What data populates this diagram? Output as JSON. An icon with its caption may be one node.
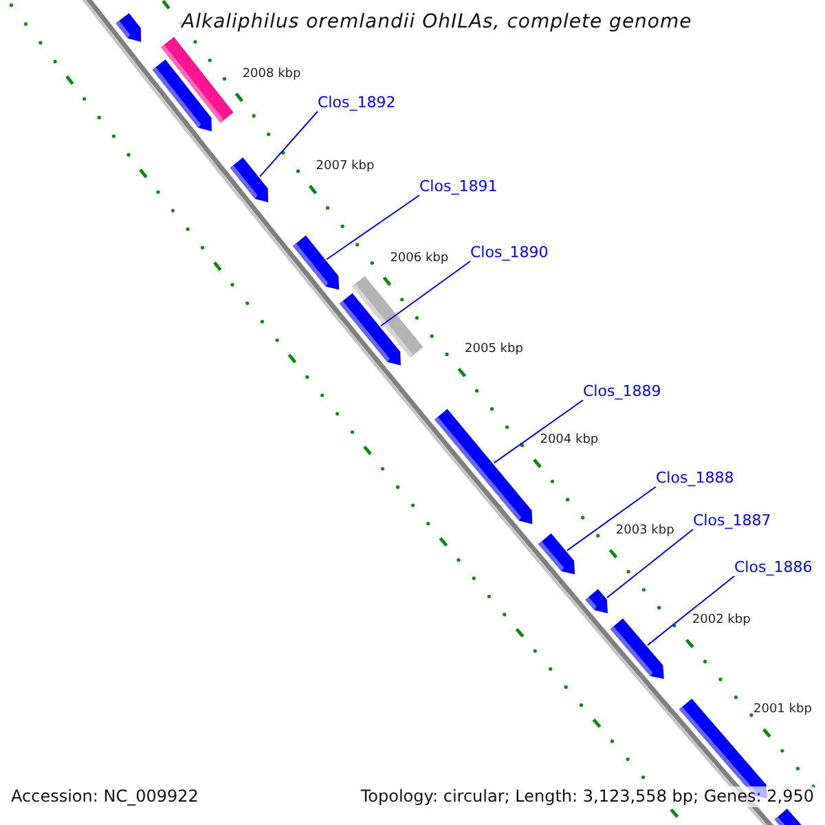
{
  "diagram": {
    "title": "Alkaliphilus oremlandii OhILAs, complete genome",
    "nodes": [
      {
        "text": [
          "Clos_1892"
        ]
      },
      {
        "text": [
          "Clos_1891"
        ]
      },
      {
        "text": [
          "Clos_1890"
        ]
      },
      {
        "text": [
          "Clos_1889"
        ]
      },
      {
        "text": [
          "Clos_1888"
        ]
      },
      {
        "text": [
          "Clos_1887"
        ]
      },
      {
        "text": [
          "Clos_1886"
        ]
      },
      {
        "text": [],
        "shape": "bar"
      },
      {
        "text": [],
        "shape": "bar"
      },
      {
        "text": [],
        "shape": "bar"
      },
      {
        "text": [],
        "shape": "bar"
      },
      {
        "text": [],
        "shape": "bar"
      },
      {
        "text": [],
        "shape": "bar"
      },
      {
        "text": [],
        "shape": "bar"
      },
      {
        "text": [],
        "shape": "bar"
      },
      {
        "text": [],
        "shape": "bar"
      },
      {
        "text": [],
        "shape": "bar"
      },
      {
        "text": [],
        "shape": "bar"
      },
      {
        "text": [],
        "shape": "bar"
      },
      {
        "text": [],
        "shape": "bar"
      }
    ],
    "edges": [
      {
        "from": 0,
        "to": 10,
        "arrow": "none"
      },
      {
        "from": 1,
        "to": 11,
        "arrow": "none"
      },
      {
        "from": 2,
        "to": 13,
        "arrow": "none"
      },
      {
        "from": 3,
        "to": 14,
        "arrow": "none"
      },
      {
        "from": 4,
        "to": 15,
        "arrow": "none"
      },
      {
        "from": 5,
        "to": 16,
        "arrow": "none"
      },
      {
        "from": 6,
        "to": 17,
        "arrow": "none"
      }
    ],
    "labels": [
      "2008 kbp",
      "2007 kbp",
      "2006 kbp",
      "2005 kbp",
      "2004 kbp",
      "2003 kbp",
      "2002 kbp",
      "2001 kbp",
      "Accession: NC_009922",
      "Topology: circular; Length: 3,123,558 bp; Genes: 2,950"
    ]
  }
}
